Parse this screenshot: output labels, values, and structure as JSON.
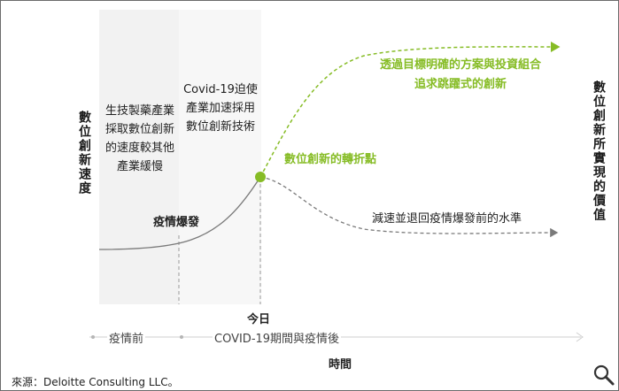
{
  "y_axis_label": "數位創新速度",
  "right_label": "數位創新所實現的價值",
  "box_pre": "生技製藥產業採取數位創新的速度較其他產業緩慢",
  "box_covid": "Covid-19迫使產業加速採用數位創新技術",
  "outbreak_label": "疫情爆發",
  "today_label": "今日",
  "green_top_line1": "透過目標明確的方案與投資組合",
  "green_top_line2": "追求跳躍式的創新",
  "turning_point_label": "數位創新的轉折點",
  "slowdown_label": "減速並退回疫情爆發前的水準",
  "phase_pre": "疫情前",
  "phase_post": "COVID-19期間與疫情後",
  "x_axis_label": "時間",
  "source": "來源：Deloitte Consulting LLC。",
  "colors": {
    "accent_green": "#86bc25",
    "gray_line": "#7a7a7a",
    "panel_gray": "#f2f2f2"
  },
  "icons": {
    "zoom": "magnifier-icon"
  }
}
